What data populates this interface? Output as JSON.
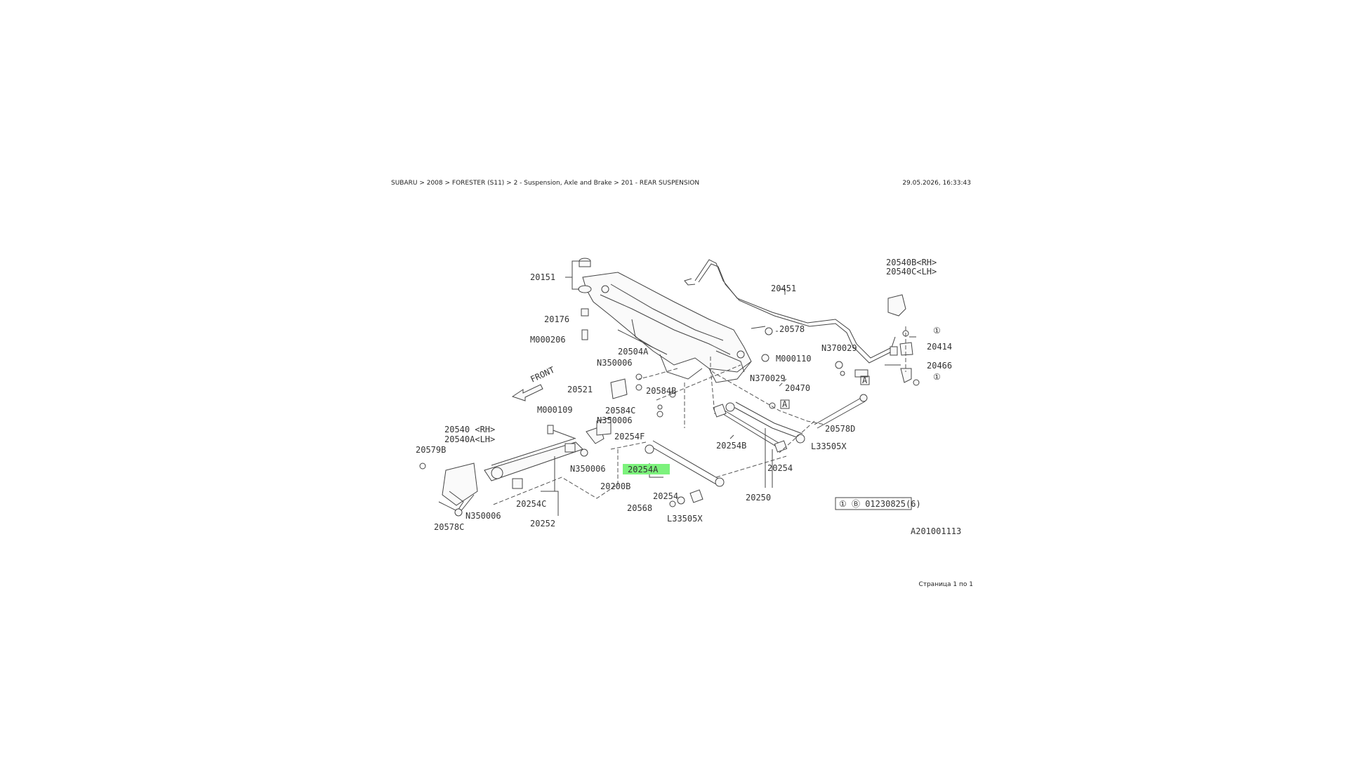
{
  "header": {
    "breadcrumb": "SUBARU > 2008 > FORESTER (S11) > 2 - Suspension, Axle and Brake > 201 - REAR SUSPENSION",
    "timestamp": "29.05.2026, 16:33:43"
  },
  "footer": {
    "page": "Страница 1 по 1"
  },
  "diagram": {
    "code": "A201001113",
    "legend": "① Ⓑ 01230825(6)",
    "highlighted": "20254A",
    "labels": {
      "p20151": "20151",
      "p20176": "20176",
      "pM000206": "M000206",
      "p20451": "20451",
      "p20578": "20578",
      "p20540B": "20540B<RH>",
      "p20540C": "20540C<LH>",
      "p20414": "20414",
      "p20466": "20466",
      "c1a": "①",
      "c1b": "①",
      "pN370029a": "N370029",
      "pN370029b": "N370029",
      "pM000110": "M000110",
      "boxA1": "A",
      "boxA2": "A",
      "p20504A": "20504A",
      "pN350006a": "N350006",
      "p20521": "20521",
      "p20584B": "20584B",
      "p20584C": "20584C",
      "pN350006b": "N350006",
      "pM000109": "M000109",
      "p20470": "20470",
      "p20578D": "20578D",
      "pL33505Xa": "L33505X",
      "p20254B": "20254B",
      "p20254F": "20254F",
      "p20540": "20540 <RH>",
      "p20540A": "20540A<LH>",
      "p20579B": "20579B",
      "pN350006c": "N350006",
      "p20254A": "20254A",
      "p20200B": "20200B",
      "p20254": "20254",
      "p20250": "20250",
      "p20254C": "20254C",
      "pN350006d": "N350006",
      "p20578C": "20578C",
      "p20252": "20252",
      "p20568": "20568",
      "p20254b2": "20254",
      "pL33505Xb": "L33505X",
      "front": "FRONT"
    }
  }
}
